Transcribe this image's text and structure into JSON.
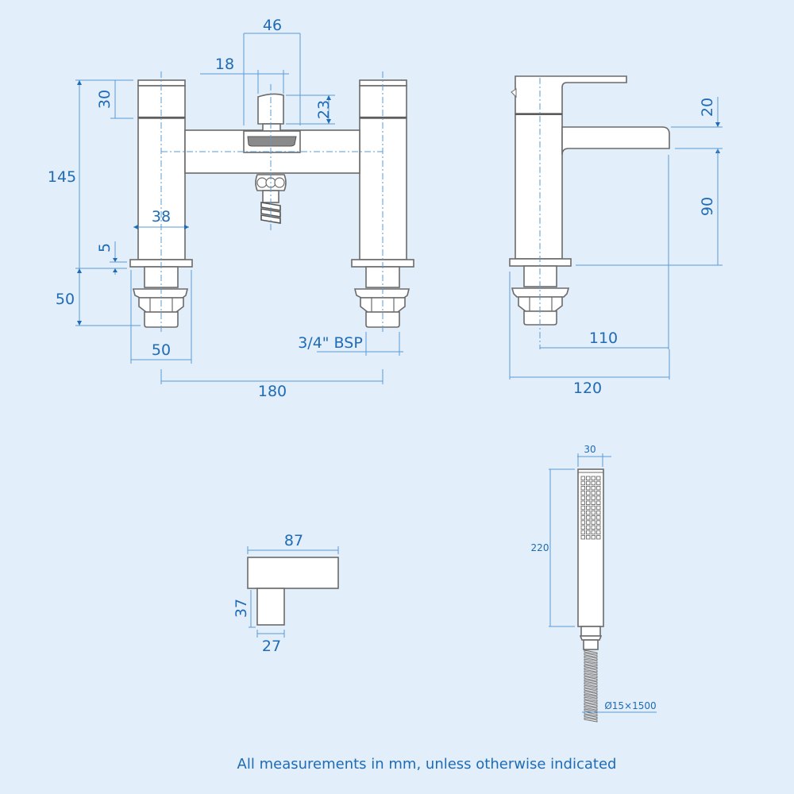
{
  "colors": {
    "background": "#e2eef9",
    "dimension_line": "#5a9bd6",
    "dimension_text": "#1f6bb5",
    "outline": "#6b6b6b",
    "part_fill": "#ffffff"
  },
  "bath_shower_mixer_front": {
    "dims": {
      "handset_holder_width": "46",
      "holder_inner_width": "18",
      "handle_height_top": "30",
      "holder_height": "23",
      "overall_height": "145",
      "pillar_width": "38",
      "flange_height": "5",
      "tail_height": "50",
      "flange_width": "50",
      "thread": "3/4\" BSP",
      "centres": "180"
    }
  },
  "bath_shower_mixer_side": {
    "dims": {
      "spout_height": "20",
      "spout_clearance": "90",
      "spout_reach": "110",
      "overall_depth": "120"
    }
  },
  "handle": {
    "dims": {
      "width": "87",
      "height": "37",
      "stem_width": "27"
    }
  },
  "shower_handset": {
    "dims": {
      "width": "30",
      "length": "220",
      "hose": "Ø15×1500"
    }
  },
  "footnote": "All measurements in mm, unless otherwise indicated"
}
